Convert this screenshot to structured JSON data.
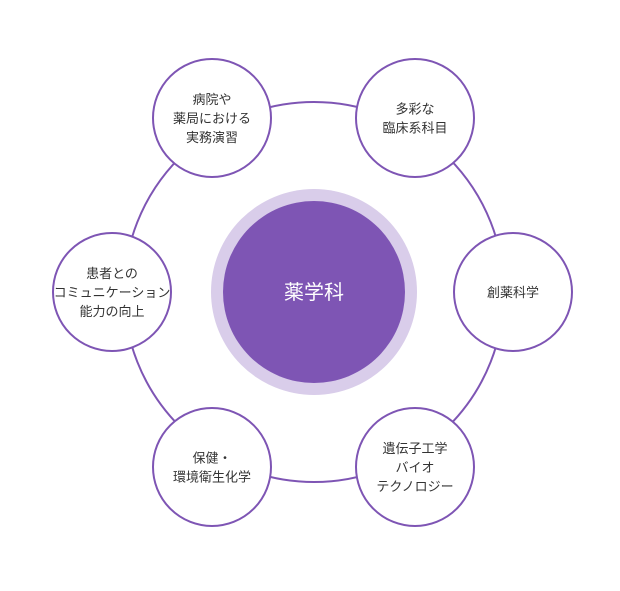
{
  "colors": {
    "accent": "#7e55b4",
    "halo": "#d9cdea",
    "ring": "#7e55b4",
    "node_fill": "#ffffff",
    "text": "#333333",
    "center_text": "#ffffff"
  },
  "center": {
    "label": "薬学科"
  },
  "nodes": [
    {
      "id": "clinical-subjects",
      "lines": [
        "多彩な",
        "臨床系科目"
      ]
    },
    {
      "id": "drug-discovery",
      "lines": [
        "創薬科学"
      ]
    },
    {
      "id": "biotech",
      "lines": [
        "遺伝子工学",
        "バイオ",
        "テクノロジー"
      ]
    },
    {
      "id": "health-env",
      "lines": [
        "保健・",
        "環境衛生化学"
      ]
    },
    {
      "id": "communication",
      "lines": [
        "患者との",
        "コミュニケーション",
        "能力の向上"
      ]
    },
    {
      "id": "practical-training",
      "lines": [
        "病院や",
        "薬局における",
        "実務演習"
      ]
    }
  ]
}
